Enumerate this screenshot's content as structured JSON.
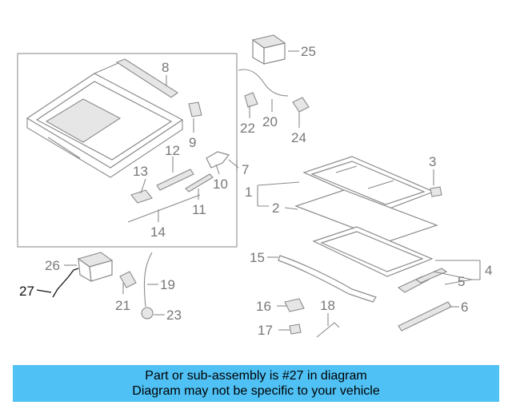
{
  "diagram": {
    "callouts": [
      {
        "id": "c1",
        "label": "1"
      },
      {
        "id": "c2",
        "label": "2"
      },
      {
        "id": "c3",
        "label": "3"
      },
      {
        "id": "c4",
        "label": "4"
      },
      {
        "id": "c5",
        "label": "5"
      },
      {
        "id": "c6",
        "label": "6"
      },
      {
        "id": "c7",
        "label": "7"
      },
      {
        "id": "c8",
        "label": "8"
      },
      {
        "id": "c9",
        "label": "9"
      },
      {
        "id": "c10",
        "label": "10"
      },
      {
        "id": "c11",
        "label": "11"
      },
      {
        "id": "c12",
        "label": "12"
      },
      {
        "id": "c13",
        "label": "13"
      },
      {
        "id": "c14",
        "label": "14"
      },
      {
        "id": "c15",
        "label": "15"
      },
      {
        "id": "c16",
        "label": "16"
      },
      {
        "id": "c17",
        "label": "17"
      },
      {
        "id": "c18",
        "label": "18"
      },
      {
        "id": "c19",
        "label": "19"
      },
      {
        "id": "c20",
        "label": "20"
      },
      {
        "id": "c21",
        "label": "21"
      },
      {
        "id": "c22",
        "label": "22"
      },
      {
        "id": "c23",
        "label": "23"
      },
      {
        "id": "c24",
        "label": "24"
      },
      {
        "id": "c25",
        "label": "25"
      },
      {
        "id": "c26",
        "label": "26"
      },
      {
        "id": "c27",
        "label": "27"
      }
    ],
    "highlight_color": "#111111",
    "line_color": "#8a8a8a"
  },
  "banner": {
    "line1": "Part or sub-assembly is #27 in diagram",
    "line2": "Diagram may not be specific to your vehicle",
    "background": "#4fc1f5"
  }
}
